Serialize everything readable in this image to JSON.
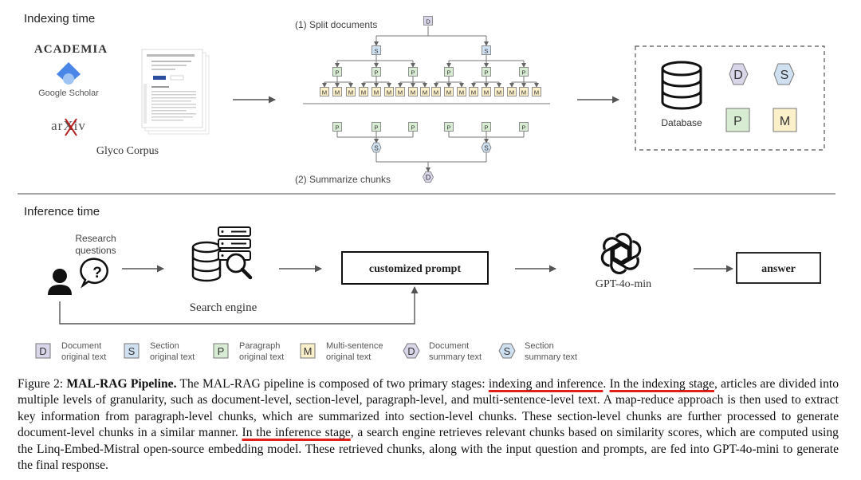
{
  "indexing": {
    "section_title": "Indexing time",
    "sources": {
      "academia": "ACADEMIA",
      "scholar": "Google Scholar",
      "arxiv": "arXiv",
      "corpus_label": "Glyco Corpus"
    },
    "split_label": "(1) Split documents",
    "summarize_label": "(2) Summarize chunks",
    "database_label": "Database"
  },
  "inference": {
    "section_title": "Inference time",
    "research_questions": [
      "Research",
      "questions"
    ],
    "search_engine_label": "Search engine",
    "prompt_label": "customized prompt",
    "gpt_label": "GPT-4o-min",
    "answer_label": "answer"
  },
  "node_letters": {
    "document": "D",
    "section": "S",
    "paragraph": "P",
    "multi": "M"
  },
  "legend": [
    {
      "letter": "D",
      "shape": "square",
      "fill": "#d9d6ea",
      "line1": "Document",
      "line2": "original text"
    },
    {
      "letter": "S",
      "shape": "square",
      "fill": "#cfe0f1",
      "line1": "Section",
      "line2": "original text"
    },
    {
      "letter": "P",
      "shape": "square",
      "fill": "#d7ecd2",
      "line1": "Paragraph",
      "line2": "original text"
    },
    {
      "letter": "M",
      "shape": "square",
      "fill": "#fbf0c9",
      "line1": "Multi-sentence",
      "line2": "original text"
    },
    {
      "letter": "D",
      "shape": "hexagon",
      "fill": "#d9d6ea",
      "line1": "Document",
      "line2": "summary text"
    },
    {
      "letter": "S",
      "shape": "hexagon",
      "fill": "#cfe0f1",
      "line1": "Section",
      "line2": "summary text"
    }
  ],
  "colors": {
    "document": "#d9d6ea",
    "section": "#cfe0f1",
    "paragraph": "#d7ecd2",
    "multi": "#fbf0c9",
    "underline": "#e0201b"
  },
  "caption": {
    "label": "Figure 2:",
    "title": "MAL-RAG Pipeline.",
    "s1": "The MAL-RAG pipeline is composed of two primary stages:",
    "u1": "indexing and inference",
    "s2": ".",
    "u2": "In the indexing stage",
    "s3": ", articles are divided into multiple levels of granularity, such as document-level, section-level, paragraph-level, and multi-sentence-level text. A map-reduce approach is then used to extract key information from paragraph-level chunks, which are summarized into section-level chunks. These section-level chunks are further processed to generate document-level chunks in a similar manner.",
    "u3": "In the inference stage",
    "s4": ", a search engine retrieves relevant chunks based on similarity scores, which are computed using the Linq-Embed-Mistral open-source embedding model. These retrieved chunks, along with the input question and prompts, are fed into GPT-4o-mini to generate the final response."
  }
}
